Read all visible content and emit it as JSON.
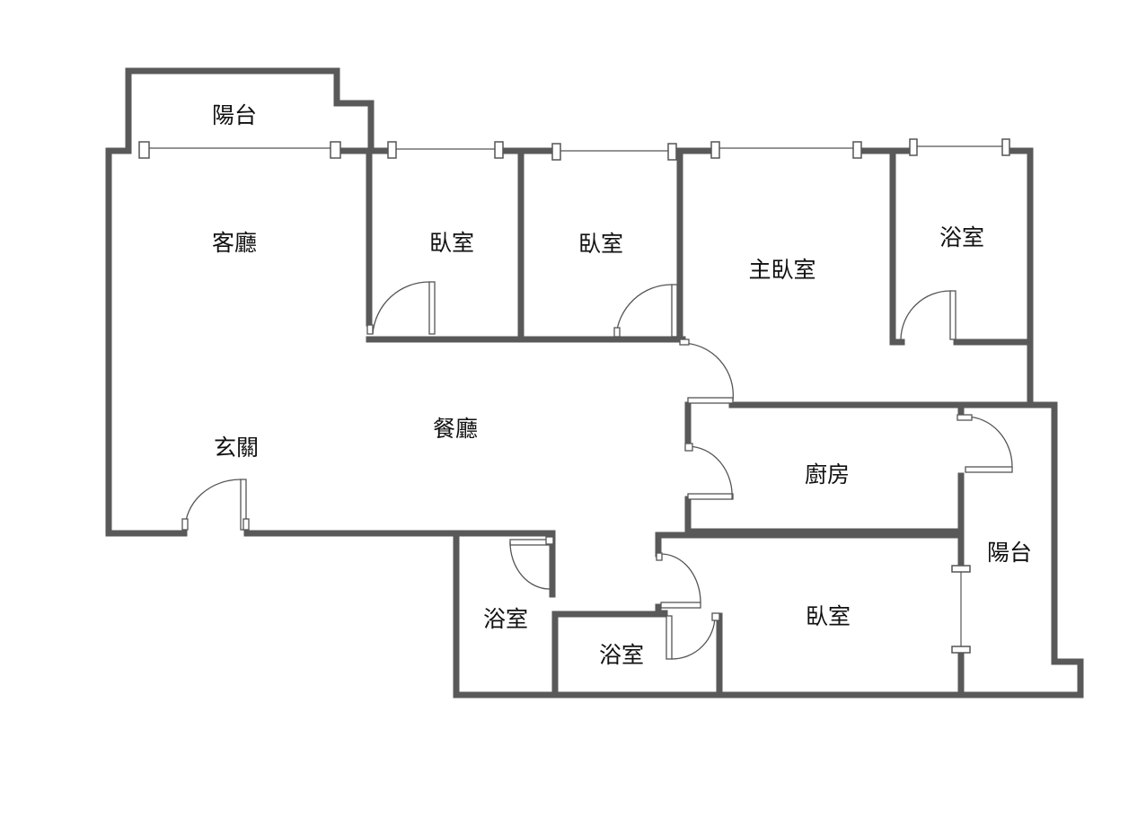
{
  "floor_plan": {
    "rooms": [
      {
        "id": "balcony-north",
        "label": "陽台"
      },
      {
        "id": "living-room",
        "label": "客廳"
      },
      {
        "id": "bedroom-1",
        "label": "臥室"
      },
      {
        "id": "bedroom-2",
        "label": "臥室"
      },
      {
        "id": "master-bedroom",
        "label": "主臥室"
      },
      {
        "id": "bathroom-master",
        "label": "浴室"
      },
      {
        "id": "dining-room",
        "label": "餐廳"
      },
      {
        "id": "entrance",
        "label": "玄關"
      },
      {
        "id": "kitchen",
        "label": "廚房"
      },
      {
        "id": "balcony-east",
        "label": "陽台"
      },
      {
        "id": "bathroom-2",
        "label": "浴室"
      },
      {
        "id": "bathroom-3",
        "label": "浴室"
      },
      {
        "id": "bedroom-3",
        "label": "臥室"
      }
    ],
    "colors": {
      "wall": "#595959",
      "line": "#555555",
      "background": "#ffffff"
    }
  }
}
